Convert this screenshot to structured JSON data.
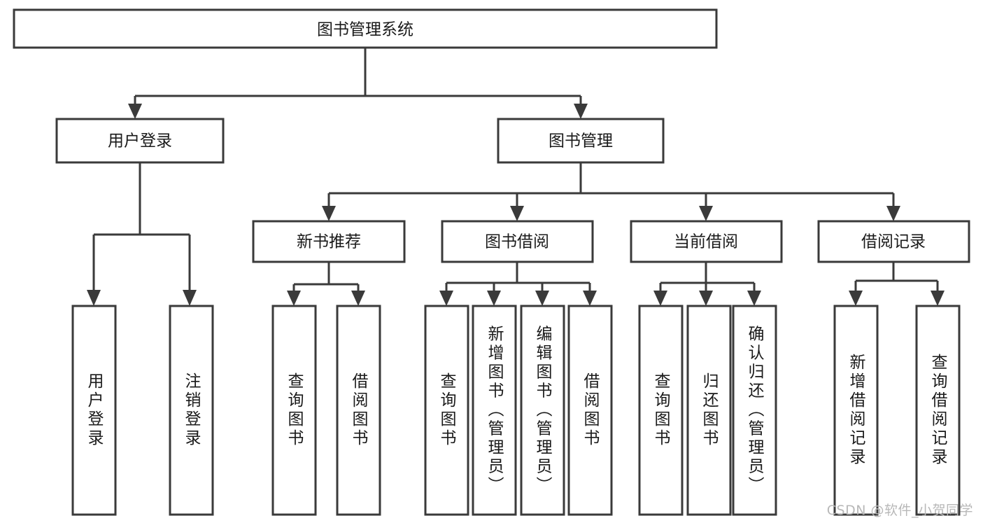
{
  "diagram": {
    "type": "tree-hierarchy",
    "title": "图书管理系统",
    "orientation": "top-down",
    "colors": {
      "box_stroke": "#3a3a3a",
      "box_fill": "#ffffff",
      "text": "#1a1a1a",
      "background": "#ffffff",
      "watermark": "#b8b8b8"
    },
    "root": {
      "id": "root",
      "label": "图书管理系统"
    },
    "level2": [
      {
        "id": "user-login",
        "label": "用户登录"
      },
      {
        "id": "book-manage",
        "label": "图书管理"
      }
    ],
    "level3": [
      {
        "id": "new-book-recommend",
        "label": "新书推荐",
        "parent": "book-manage"
      },
      {
        "id": "book-borrow",
        "label": "图书借阅",
        "parent": "book-manage"
      },
      {
        "id": "current-borrow",
        "label": "当前借阅",
        "parent": "book-manage"
      },
      {
        "id": "borrow-record",
        "label": "借阅记录",
        "parent": "book-manage"
      }
    ],
    "leaves": {
      "user-login": [
        {
          "id": "leaf-user-login",
          "label": "用户登录"
        },
        {
          "id": "leaf-user-logout",
          "label": "注销登录"
        }
      ],
      "new-book-recommend": [
        {
          "id": "leaf-query-book-1",
          "label": "查询图书"
        },
        {
          "id": "leaf-borrow-book-1",
          "label": "借阅图书"
        }
      ],
      "book-borrow": [
        {
          "id": "leaf-query-book-2",
          "label": "查询图书"
        },
        {
          "id": "leaf-add-book",
          "label": "新增图书（管理员）"
        },
        {
          "id": "leaf-edit-book",
          "label": "编辑图书（管理员）"
        },
        {
          "id": "leaf-borrow-book-2",
          "label": "借阅图书"
        }
      ],
      "current-borrow": [
        {
          "id": "leaf-query-book-3",
          "label": "查询图书"
        },
        {
          "id": "leaf-return-book",
          "label": "归还图书"
        },
        {
          "id": "leaf-confirm-return",
          "label": "确认归还（管理员）"
        }
      ],
      "borrow-record": [
        {
          "id": "leaf-add-record",
          "label": "新增借阅记录"
        },
        {
          "id": "leaf-query-record",
          "label": "查询借阅记录"
        }
      ]
    }
  },
  "watermark": {
    "text": "CSDN @软件_小贺同学"
  }
}
